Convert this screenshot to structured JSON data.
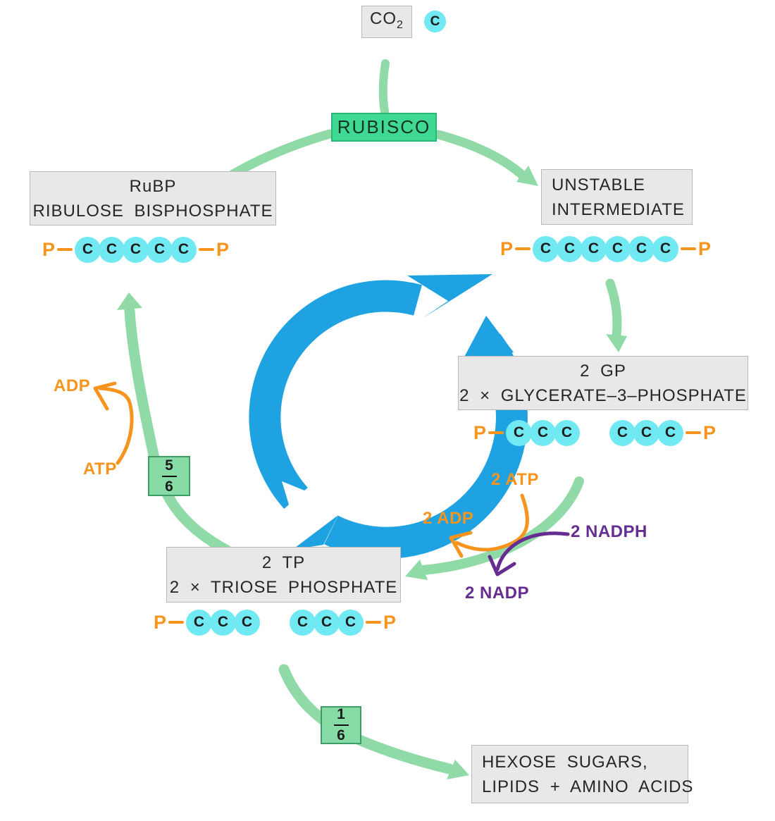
{
  "colors": {
    "cycle_blue": "#1ea2e2",
    "arrow_green": "#90daa7",
    "enzyme_green": "#40d993",
    "fraction_green": "#87dca6",
    "carbon_cyan": "#70e9f2",
    "phosphate_orange": "#f7941e",
    "nadp_purple": "#662d91",
    "box_grey": "#e8e8e8"
  },
  "top": {
    "co2": "CO",
    "co2_sub": "2",
    "carbon": "C"
  },
  "enzyme": {
    "label": "RUBISCO"
  },
  "boxes": {
    "rubp": {
      "title": "RuBP",
      "subtitle": "RIBULOSE BISPHOSPHATE"
    },
    "unstable": {
      "title": "UNSTABLE",
      "subtitle": "INTERMEDIATE"
    },
    "gp": {
      "title": "2 GP",
      "subtitle": "2 × GLYCERATE–3–PHOSPHATE"
    },
    "tp": {
      "title": "2 TP",
      "subtitle": "2 × TRIOSE PHOSPHATE"
    },
    "hexose": {
      "line1": "HEXOSE SUGARS,",
      "line2": "LIPIDS + AMINO ACIDS"
    }
  },
  "chains": {
    "rubp": [
      "P",
      "-",
      "C",
      "C",
      "C",
      "C",
      "C",
      "-",
      "P"
    ],
    "unstable": [
      "P",
      "-",
      "C",
      "C",
      "C",
      "C",
      "C",
      "C",
      "-",
      "P"
    ],
    "gp": [
      "P",
      "-",
      "C",
      "C",
      "C",
      "gap",
      "C",
      "C",
      "C",
      "-",
      "P"
    ],
    "tp": [
      "P",
      "-",
      "C",
      "C",
      "C",
      "gap",
      "C",
      "C",
      "C",
      "-",
      "P"
    ]
  },
  "fractions": {
    "regeneration": {
      "numerator": "5",
      "denominator": "6"
    },
    "output": {
      "numerator": "1",
      "denominator": "6"
    }
  },
  "cofactors": {
    "adp": "ADP",
    "atp": "ATP",
    "atp2": "2 ATP",
    "adp2": "2 ADP",
    "nadph2": "2 NADPH",
    "nadp2": "2 NADP"
  },
  "labels": {
    "p": "P",
    "c": "C"
  }
}
